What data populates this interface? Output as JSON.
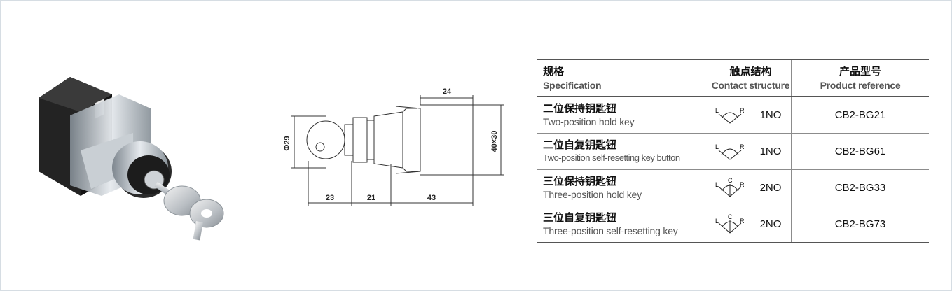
{
  "drawing": {
    "dims": {
      "top": "24",
      "diameter": "Φ29",
      "height": "40×30",
      "d1": "23",
      "d2": "21",
      "d3": "43"
    }
  },
  "table": {
    "headers": {
      "spec_zh": "规格",
      "spec_en": "Specification",
      "contact_zh": "触点结构",
      "contact_en": "Contact structure",
      "ref_zh": "产品型号",
      "ref_en": "Product reference"
    },
    "rows": [
      {
        "zh": "二位保持钥匙钮",
        "en": "Two-position hold key",
        "positions": "2",
        "contact": "1NO",
        "ref": "CB2-BG21"
      },
      {
        "zh": "二位自复钥匙钮",
        "en": "Two-position self-resetting key button",
        "positions": "2",
        "contact": "1NO",
        "ref": "CB2-BG61"
      },
      {
        "zh": "三位保持钥匙钮",
        "en": "Three-position hold key",
        "positions": "3",
        "contact": "2NO",
        "ref": "CB2-BG33"
      },
      {
        "zh": "三位自复钥匙钮",
        "en": "Three-position self-resetting key",
        "positions": "3",
        "contact": "2NO",
        "ref": "CB2-BG73"
      }
    ],
    "symbol_letters": {
      "left": "L",
      "center": "C",
      "right": "R"
    }
  },
  "colors": {
    "rule": "#555555",
    "grid": "#8c8c8c",
    "metal": "#b9c0c6",
    "body": "#1e1e1e"
  }
}
